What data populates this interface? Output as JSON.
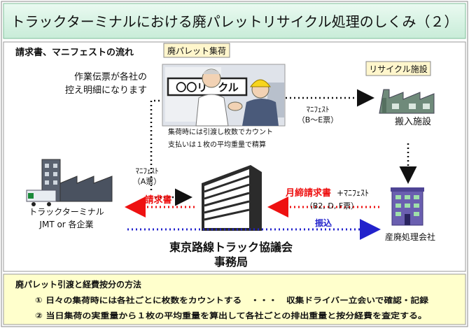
{
  "title": "トラックターミナルにおける廃パレットリサイクル処理のしくみ（２）",
  "section_heading": "請求書、マニフェストの流れ",
  "collection_label": "廃パレット集荷",
  "pallet_sign": "〇〇リ　クル",
  "slip_note": [
    "作業伝票が各社の",
    "控え明細になります"
  ],
  "recycle_label": "リサイクル施設",
  "delivery_label": "搬入施設",
  "manifest_be": [
    "ﾏﾆﾌｪｽﾄ",
    "（B〜E票）"
  ],
  "collection_note": [
    "集荷時には引渡し枚数でカウント",
    "支払いは１枚の平均重量で精算"
  ],
  "manifest_a": [
    "ﾏﾆﾌｪｽﾄ",
    "（A票）"
  ],
  "terminal_label": [
    "トラックターミナル",
    "JMT or 各企業"
  ],
  "invoice_label": "請求書",
  "monthly_invoice": "月締請求書",
  "monthly_plus": "+ﾏﾆﾌｪｽﾄ",
  "manifest_bdf": "（B2, D, F票）",
  "transfer_label": "振込",
  "office_label": [
    "東京路線トラック協議会",
    "事務局"
  ],
  "disposer_label": "産廃処理会社",
  "method": {
    "title": "廃パレット引渡と経費按分の方法",
    "items": [
      "① 日々の集荷時には各社ごとに枚数をカウントする　・・・　収集ドライバー立会いで確認・記録",
      "② 当日集荷の実重量から１枚の平均重量を算出して各社ごとの排出重量と按分経費を査定する。"
    ]
  },
  "colors": {
    "title_bg_top": "#e6f8ee",
    "title_bg_bottom": "#cdeedd",
    "label_box_bg": "#fff6cc",
    "invoice_red": "#ee1111",
    "transfer_blue": "#2222cc",
    "method_bg": "#ffffcc"
  }
}
